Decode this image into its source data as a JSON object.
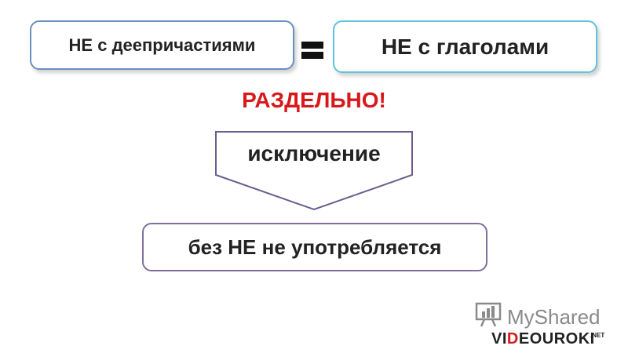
{
  "left_box": {
    "text": "НЕ с деепричастиями"
  },
  "right_box": {
    "text": "НЕ с глаголами"
  },
  "equals_symbol": "=",
  "headline": {
    "text": "РАЗДЕЛЬНО!",
    "color": "#d7191c"
  },
  "exception": {
    "text": "исключение"
  },
  "result_box": {
    "text": "без НЕ не употребляется"
  },
  "watermark": {
    "brand": "MyShared",
    "site_pre": "VI",
    "site_hl": "D",
    "site_post": "EOUROKI",
    "site_suffix": ".NET",
    "icon": "presentation-chart-icon"
  },
  "colors": {
    "left_border": "#6a8fc0",
    "right_border": "#5ec2e0",
    "callout_border": "#6b5e8e",
    "bottom_border": "#7f6f9c"
  }
}
